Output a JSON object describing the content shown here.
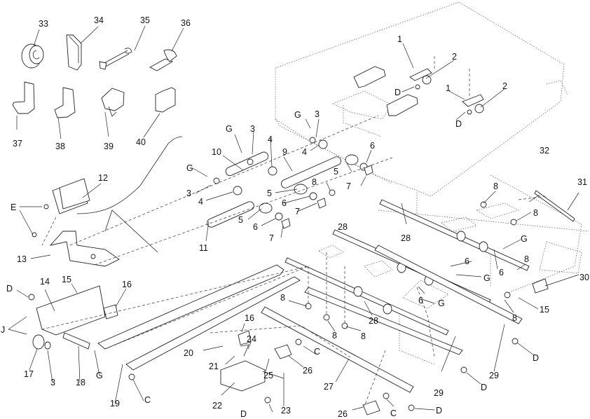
{
  "diagram": {
    "title": "Exploded parts diagram - paper feed drive assembly",
    "callouts": [
      {
        "id": "c33",
        "text": "33"
      },
      {
        "id": "c34",
        "text": "34"
      },
      {
        "id": "c35",
        "text": "35"
      },
      {
        "id": "c36",
        "text": "36"
      },
      {
        "id": "c37",
        "text": "37"
      },
      {
        "id": "c38",
        "text": "38"
      },
      {
        "id": "c39",
        "text": "39"
      },
      {
        "id": "c40",
        "text": "40"
      },
      {
        "id": "c1a",
        "text": "1"
      },
      {
        "id": "c2a",
        "text": "2"
      },
      {
        "id": "c1b",
        "text": "1"
      },
      {
        "id": "c2b",
        "text": "2"
      },
      {
        "id": "cDa",
        "text": "D"
      },
      {
        "id": "cDb",
        "text": "D"
      },
      {
        "id": "cG1",
        "text": "G"
      },
      {
        "id": "c3a",
        "text": "3"
      },
      {
        "id": "c4a",
        "text": "4"
      },
      {
        "id": "cG2",
        "text": "G"
      },
      {
        "id": "c3b",
        "text": "3"
      },
      {
        "id": "c10",
        "text": "10"
      },
      {
        "id": "c4b",
        "text": "4"
      },
      {
        "id": "c9",
        "text": "9"
      },
      {
        "id": "c6a",
        "text": "6"
      },
      {
        "id": "c5a",
        "text": "5"
      },
      {
        "id": "c7a",
        "text": "7"
      },
      {
        "id": "cG3",
        "text": "G"
      },
      {
        "id": "c3c",
        "text": "3"
      },
      {
        "id": "c4c",
        "text": "4"
      },
      {
        "id": "c8a",
        "text": "8"
      },
      {
        "id": "c5b",
        "text": "5"
      },
      {
        "id": "c6b",
        "text": "6"
      },
      {
        "id": "c7b",
        "text": "7"
      },
      {
        "id": "c5c",
        "text": "5"
      },
      {
        "id": "c6c",
        "text": "6"
      },
      {
        "id": "c7c",
        "text": "7"
      },
      {
        "id": "c11",
        "text": "11"
      },
      {
        "id": "c12",
        "text": "12"
      },
      {
        "id": "cE",
        "text": "E"
      },
      {
        "id": "c13",
        "text": "13"
      },
      {
        "id": "c32",
        "text": "32"
      },
      {
        "id": "c31",
        "text": "31"
      },
      {
        "id": "c8b",
        "text": "8"
      },
      {
        "id": "c8c",
        "text": "8"
      },
      {
        "id": "c28a",
        "text": "28"
      },
      {
        "id": "c28b",
        "text": "28"
      },
      {
        "id": "cG4",
        "text": "G"
      },
      {
        "id": "c6d",
        "text": "6"
      },
      {
        "id": "c6e",
        "text": "6"
      },
      {
        "id": "cG5",
        "text": "G"
      },
      {
        "id": "c6f",
        "text": "6"
      },
      {
        "id": "cG6",
        "text": "G"
      },
      {
        "id": "c30",
        "text": "30"
      },
      {
        "id": "c15b",
        "text": "15"
      },
      {
        "id": "c8d",
        "text": "8"
      },
      {
        "id": "cDc",
        "text": "D"
      },
      {
        "id": "c14",
        "text": "14"
      },
      {
        "id": "c15a",
        "text": "15"
      },
      {
        "id": "c16a",
        "text": "16"
      },
      {
        "id": "cJ",
        "text": "J"
      },
      {
        "id": "c17",
        "text": "17"
      },
      {
        "id": "c3d",
        "text": "3"
      },
      {
        "id": "c18",
        "text": "18"
      },
      {
        "id": "cGg",
        "text": "G"
      },
      {
        "id": "c19",
        "text": "19"
      },
      {
        "id": "cCa",
        "text": "C"
      },
      {
        "id": "c8e",
        "text": "8"
      },
      {
        "id": "c8f",
        "text": "8"
      },
      {
        "id": "c8g",
        "text": "8"
      },
      {
        "id": "c28c",
        "text": "28"
      },
      {
        "id": "c16b",
        "text": "16"
      },
      {
        "id": "c20",
        "text": "20"
      },
      {
        "id": "c24",
        "text": "24"
      },
      {
        "id": "c21",
        "text": "21"
      },
      {
        "id": "c25",
        "text": "25"
      },
      {
        "id": "c26a",
        "text": "26"
      },
      {
        "id": "cCb",
        "text": "C"
      },
      {
        "id": "c22",
        "text": "22"
      },
      {
        "id": "c23",
        "text": "23"
      },
      {
        "id": "cDd",
        "text": "D"
      },
      {
        "id": "c27",
        "text": "27"
      },
      {
        "id": "c29a",
        "text": "29"
      },
      {
        "id": "c29b",
        "text": "29"
      },
      {
        "id": "cDe",
        "text": "D"
      },
      {
        "id": "cDf",
        "text": "D"
      },
      {
        "id": "c26b",
        "text": "26"
      },
      {
        "id": "cCc",
        "text": "C"
      },
      {
        "id": "cDg",
        "text": "D"
      },
      {
        "id": "c8h",
        "text": "8"
      }
    ]
  }
}
